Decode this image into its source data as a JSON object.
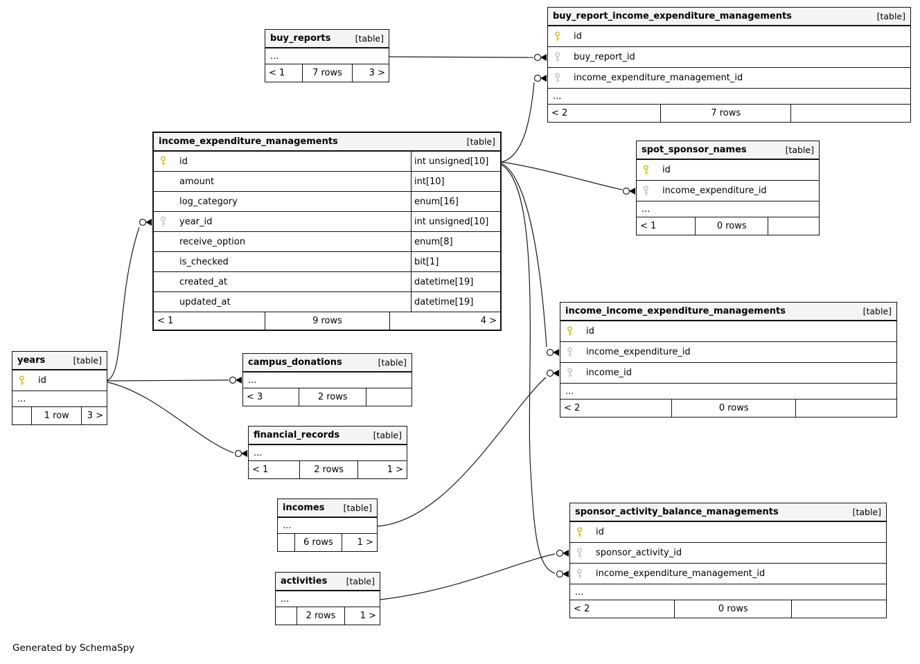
{
  "diagram": {
    "generator_note": "Generated by SchemaSpy",
    "colors": {
      "primary_key": "#c9c916",
      "foreign_key": "#c6c6c6",
      "header_bg": "#f4f4f4",
      "border": "#111111",
      "edge": "#1a1a1a"
    },
    "entities": [
      {
        "id": "buy_reports",
        "name": "buy_reports",
        "tag": "[table]",
        "columns": [],
        "ellipsis": "...",
        "footer": [
          "< 1",
          "7 rows",
          "3 >"
        ]
      },
      {
        "id": "buy_report_income_expenditure_managements",
        "name": "buy_report_income_expenditure_managements",
        "tag": "[table]",
        "columns": [
          {
            "name": "id",
            "key": "pk",
            "type": ""
          },
          {
            "name": "buy_report_id",
            "key": "fk",
            "type": ""
          },
          {
            "name": "income_expenditure_management_id",
            "key": "fk",
            "type": ""
          }
        ],
        "ellipsis": "...",
        "footer": [
          "< 2",
          "7 rows",
          ""
        ]
      },
      {
        "id": "income_expenditure_managements",
        "name": "income_expenditure_managements",
        "tag": "[table]",
        "columns": [
          {
            "name": "id",
            "key": "pk",
            "type": "int unsigned[10]"
          },
          {
            "name": "amount",
            "key": "",
            "type": "int[10]"
          },
          {
            "name": "log_category",
            "key": "",
            "type": "enum[16]"
          },
          {
            "name": "year_id",
            "key": "fk",
            "type": "int unsigned[10]"
          },
          {
            "name": "receive_option",
            "key": "",
            "type": "enum[8]"
          },
          {
            "name": "is_checked",
            "key": "",
            "type": "bit[1]"
          },
          {
            "name": "created_at",
            "key": "",
            "type": "datetime[19]"
          },
          {
            "name": "updated_at",
            "key": "",
            "type": "datetime[19]"
          }
        ],
        "ellipsis": "",
        "footer": [
          "< 1",
          "9 rows",
          "4 >"
        ]
      },
      {
        "id": "spot_sponsor_names",
        "name": "spot_sponsor_names",
        "tag": "[table]",
        "columns": [
          {
            "name": "id",
            "key": "pk",
            "type": ""
          },
          {
            "name": "income_expenditure_id",
            "key": "fk",
            "type": ""
          }
        ],
        "ellipsis": "...",
        "footer": [
          "< 1",
          "0 rows",
          ""
        ]
      },
      {
        "id": "income_income_expenditure_managements",
        "name": "income_income_expenditure_managements",
        "tag": "[table]",
        "columns": [
          {
            "name": "id",
            "key": "pk",
            "type": ""
          },
          {
            "name": "income_expenditure_id",
            "key": "fk",
            "type": ""
          },
          {
            "name": "income_id",
            "key": "fk",
            "type": ""
          }
        ],
        "ellipsis": "...",
        "footer": [
          "< 2",
          "0 rows",
          ""
        ]
      },
      {
        "id": "years",
        "name": "years",
        "tag": "[table]",
        "columns": [
          {
            "name": "id",
            "key": "pk",
            "type": ""
          }
        ],
        "ellipsis": "...",
        "footer": [
          "",
          "1 row",
          "3 >"
        ]
      },
      {
        "id": "campus_donations",
        "name": "campus_donations",
        "tag": "[table]",
        "columns": [],
        "ellipsis": "...",
        "footer": [
          "< 3",
          "2 rows",
          ""
        ]
      },
      {
        "id": "financial_records",
        "name": "financial_records",
        "tag": "[table]",
        "columns": [],
        "ellipsis": "...",
        "footer": [
          "< 1",
          "2 rows",
          "1 >"
        ]
      },
      {
        "id": "incomes",
        "name": "incomes",
        "tag": "[table]",
        "columns": [],
        "ellipsis": "...",
        "footer": [
          "",
          "6 rows",
          "1 >"
        ]
      },
      {
        "id": "activities",
        "name": "activities",
        "tag": "[table]",
        "columns": [],
        "ellipsis": "...",
        "footer": [
          "",
          "2 rows",
          "1 >"
        ]
      },
      {
        "id": "sponsor_activity_balance_managements",
        "name": "sponsor_activity_balance_managements",
        "tag": "[table]",
        "columns": [
          {
            "name": "id",
            "key": "pk",
            "type": ""
          },
          {
            "name": "sponsor_activity_id",
            "key": "fk",
            "type": ""
          },
          {
            "name": "income_expenditure_management_id",
            "key": "fk",
            "type": ""
          }
        ],
        "ellipsis": "...",
        "footer": [
          "< 2",
          "0 rows",
          ""
        ]
      }
    ],
    "relationships": [
      {
        "from": "buy_reports",
        "to": "buy_report_income_expenditure_managements.buy_report_id"
      },
      {
        "from": "income_expenditure_managements.id",
        "to": "buy_report_income_expenditure_managements.income_expenditure_management_id"
      },
      {
        "from": "income_expenditure_managements.id",
        "to": "spot_sponsor_names.income_expenditure_id"
      },
      {
        "from": "income_expenditure_managements.id",
        "to": "income_income_expenditure_managements.income_expenditure_id"
      },
      {
        "from": "income_expenditure_managements.id",
        "to": "sponsor_activity_balance_managements.income_expenditure_management_id"
      },
      {
        "from": "years.id",
        "to": "income_expenditure_managements.year_id"
      },
      {
        "from": "years.id",
        "to": "campus_donations"
      },
      {
        "from": "years.id",
        "to": "financial_records"
      },
      {
        "from": "incomes",
        "to": "income_income_expenditure_managements.income_id"
      },
      {
        "from": "activities",
        "to": "sponsor_activity_balance_managements.sponsor_activity_id"
      }
    ]
  }
}
